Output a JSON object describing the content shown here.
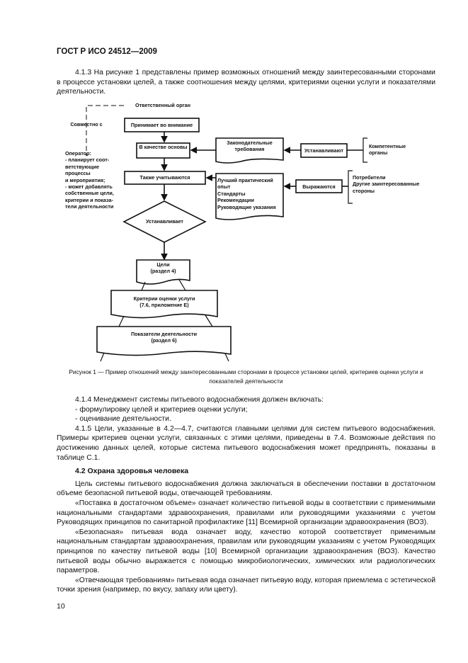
{
  "header": {
    "title": "ГОСТ Р ИСО 24512—2009"
  },
  "intro": "4.1.3 На рисунке 1 представлены пример возможных отношений между заинтересованными сторонами в процессе установки целей, а также соотношения между целями, критериями оценки услуги и показателями деятельности.",
  "diagram": {
    "responsible": "Ответственный орган",
    "jointly": "Совместно с",
    "operator": "Оператор:\n- планирует соот-\nветствующие\nпроцессы\nи мероприятия;\n- может добавлять\nсобственные цели,\nкритерии и показа-\nтели деятельности",
    "takes_into_account": "Принимает во внимание",
    "as_basis": "В качестве основы",
    "also_considered": "Также учитываются",
    "establishes": "Устанавливает",
    "goals": "Цели\n(раздел 4)",
    "criteria": "Критерии оценки услуги\n(7.6, приложение Е)",
    "indicators": "Показатели деятельности\n(раздел 6)",
    "legal": "Законодательные\nтребования",
    "establish2": "Устанавливают",
    "competent": "Компетентные\nорганы",
    "best_practice": "Лучший практический\nопыт\nСтандарты\nРекомендации\nРуководящие указания",
    "expressed": "Выражаются",
    "consumers": "Потребители\nДругие заинтересованные\nстороны"
  },
  "caption": "Рисунок 1 — Пример отношений между заинтересованными сторонами в процессе установки целей, критериев оценки услуги и показателей деятельности",
  "body": {
    "p414": "4.1.4 Менеджмент системы питьевого водоснабжения должен включать:",
    "li1": "- формулировку целей и критериев оценки услуги;",
    "li2": "- оценивание деятельности.",
    "p415": "4.1.5 Цели, указанные в 4.2—4.7, считаются главными целями для систем питьевого водоснабжения. Примеры критериев оценки услуги, связанных с этими целями, приведены в 7.4. Возможные действия по достижению данных целей, которые система питьевого водоснабжения может предпринять, показаны в таблице С.1.",
    "h42": "4.2 Охрана здоровья человека",
    "p1": "Цель системы питьевого водоснабжения должна заключаться в обеспечении поставки в достаточном объеме безопасной питьевой воды, отвечающей требованиям.",
    "p2": "«Поставка в достаточном объеме» означает количество питьевой воды в соответствии с применимыми национальными стандартами здравоохранения, правилами или руководящими указаниями с учетом Руководящих принципов по санитарной профилактике [11] Всемирной организации здравоохранения (ВОЗ).",
    "p3": "«Безопасная» питьевая вода означает воду, качество которой соответствует применимым национальным стандартам здравоохранения, правилам или руководящим указаниям с учетом Руководящих принципов по качеству питьевой воды [10] Всемирной организации здравоохранения (ВОЗ). Качество питьевой воды обычно выражается с помощью микробиологических, химических или радиологических параметров.",
    "p4": "«Отвечающая требованиям» питьевая вода означает питьевую воду, которая приемлема с эстетической точки зрения (например, по вкусу, запаху или цвету)."
  },
  "page_number": "10"
}
